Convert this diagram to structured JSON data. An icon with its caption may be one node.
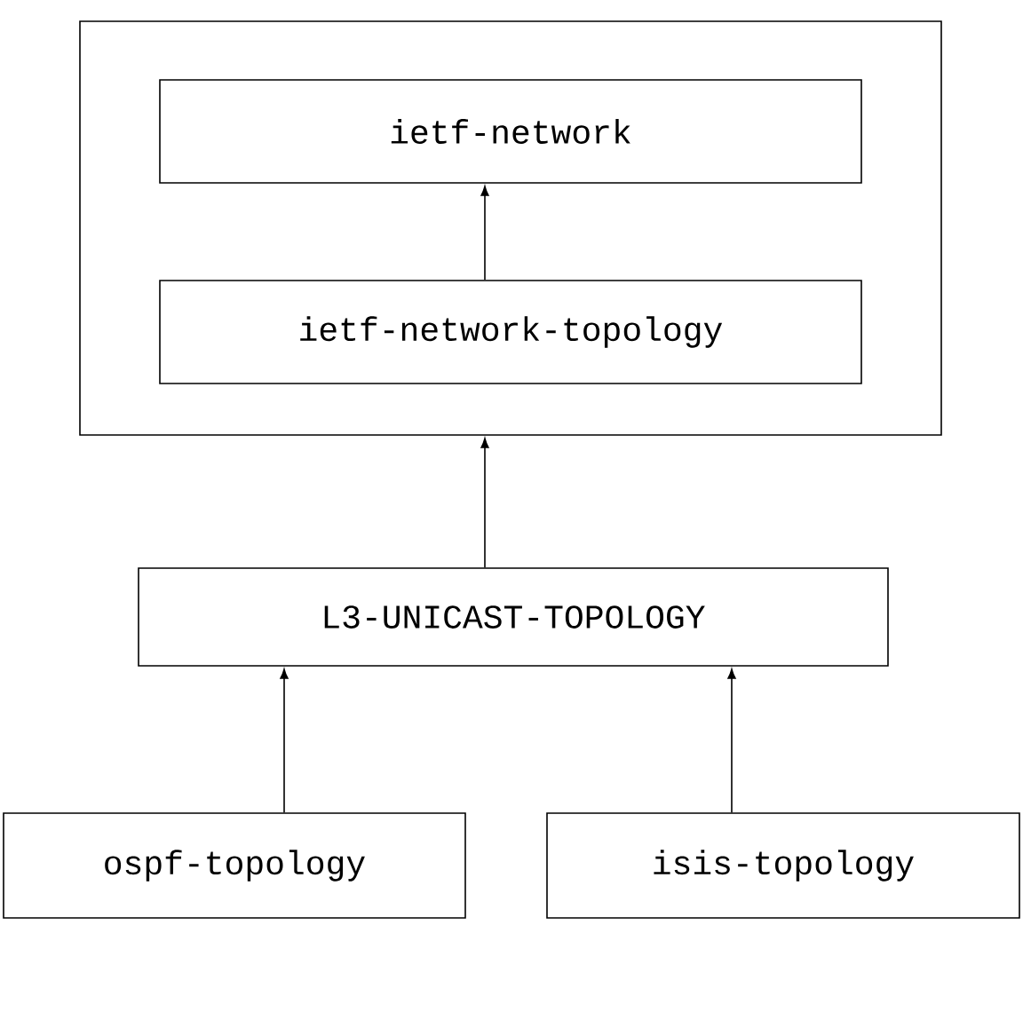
{
  "diagram": {
    "nodes": [
      {
        "text": [],
        "shape": "box"
      },
      {
        "text": [
          "ietf-network"
        ],
        "in": 0
      },
      {
        "text": [
          "ietf-network-topology"
        ],
        "in": 0
      },
      {
        "text": [
          "L3-UNICAST-TOPOLOGY"
        ]
      },
      {
        "text": [
          "ospf-topology"
        ]
      },
      {
        "text": [
          "isis-topology"
        ]
      }
    ],
    "edges": [
      {
        "from": 2,
        "to": 1,
        "arrow": "to"
      },
      {
        "from": 3,
        "to": 0,
        "arrow": "to"
      },
      {
        "from": 4,
        "to": 3,
        "arrow": "to"
      },
      {
        "from": 5,
        "to": 3,
        "arrow": "to"
      }
    ]
  }
}
